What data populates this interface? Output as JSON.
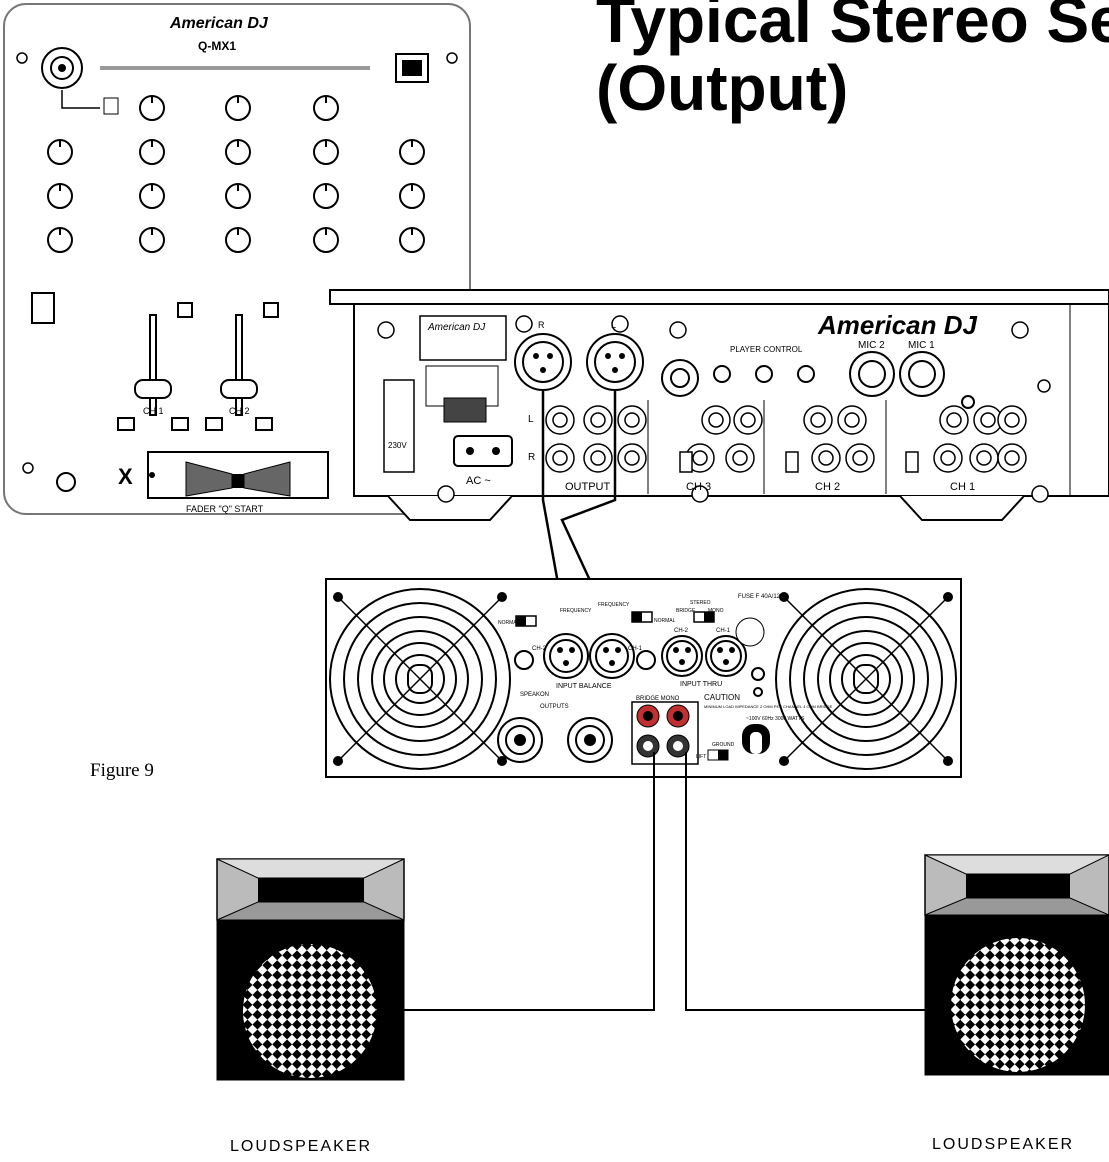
{
  "title": {
    "line1": "Typical Stereo Se",
    "line2": "(Output)"
  },
  "figure_label": "Figure 9",
  "mixer": {
    "brand": "American DJ",
    "model": "Q-MX1",
    "channels": [
      "CH 1",
      "CH 2"
    ],
    "crossfader_label": "FADER \"Q\" START",
    "x_mark": "X"
  },
  "rear_panel": {
    "brand": "American DJ",
    "output_label": "OUTPUT",
    "ac_label": "AC ~",
    "voltage_label": "230V",
    "channels": [
      "CH 3",
      "CH 2",
      "CH 1"
    ],
    "mic_labels": [
      "MIC 2",
      "MIC 1"
    ],
    "player_control": "PLAYER CONTROL",
    "xlr_labels": [
      "R",
      "L"
    ],
    "line_labels": [
      "L",
      "R"
    ]
  },
  "amplifier": {
    "input_balance": "INPUT BALANCE",
    "input_thru": "INPUT THRU",
    "outputs": "OUTPUTS",
    "speakon": "SPEAKON",
    "bridge_mono": "BRIDGE MONO",
    "caution": "CAUTION",
    "caution_text": "MINIMUM LOAD IMPEDANCE 2 OHM PER CHANNEL 4 OHM BRIDGE",
    "power_text": "~100V 60Hz 3000 WATTS",
    "fuse": "FUSE F 40A/120V",
    "normal": "NORMAL",
    "stereo": "STEREO",
    "bridge": "BRIDGE",
    "mono": "MONO",
    "frequency": "FREQUENCY",
    "ground": "GROUND",
    "lift": "LIFT",
    "channels": [
      "CH-2",
      "CH-1"
    ]
  },
  "speakers": [
    {
      "label": "LOUDSPEAKER"
    },
    {
      "label": "LOUDSPEAKER"
    }
  ]
}
